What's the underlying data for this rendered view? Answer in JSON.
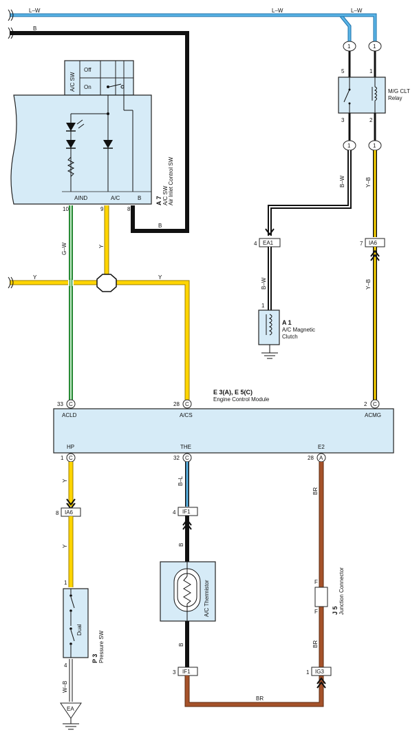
{
  "colors": {
    "light_blue": "#5ab4e6",
    "black": "#111111",
    "green": "#2e9e3c",
    "yellow": "#ffd500",
    "brown": "#a5522a",
    "white": "#ffffff",
    "component_fill": "#d6ebf7"
  },
  "wires": {
    "lw_top_left": "L–W",
    "lw_top_mid": "L–W",
    "lw_top_right": "L–W",
    "b_top": "B",
    "b_a7": "B",
    "bw_relay": "B–W",
    "yb_relay": "Y–B",
    "bw_clutch": "B–W",
    "yb_ecm": "Y–B",
    "gw_aind": "G–W",
    "y_ac": "Y",
    "y_left": "Y",
    "y_right": "Y",
    "y_hp": "Y",
    "y_pressure": "Y",
    "bl_the": "B–L",
    "b_thermistor_top": "B",
    "b_thermistor_bottom": "B",
    "br_e2": "BR",
    "br_junction": "BR",
    "br_bottom": "BR",
    "wb_pressure": "W–B"
  },
  "components": {
    "a7": {
      "id": "A 7",
      "name1": "A/C SW",
      "name2": "Air Inlet Control SW",
      "switch_label": "A/C SW",
      "off_label": "Off",
      "on_label": "On",
      "pin_aind": "AIND",
      "pin_ac": "A/C",
      "pin_b": "B",
      "pin_num_aind": "10",
      "pin_num_ac": "9",
      "pin_num_b": "8"
    },
    "relay": {
      "name": "M/G CLT Relay",
      "name_line1": "M/G CLT",
      "name_line2": "Relay",
      "pin5": "5",
      "pin1": "1",
      "pin3": "3",
      "pin2": "2",
      "conn_top_left": "1",
      "conn_top_right": "1",
      "conn_bot_left": "1",
      "conn_bot_right": "1"
    },
    "clutch": {
      "id": "A 1",
      "name_line1": "A/C Magnetic",
      "name_line2": "Clutch",
      "pin": "1"
    },
    "ecm": {
      "id": "E 3(A), E 5(C)",
      "name": "Engine Control Module",
      "pin_acld": "ACLD",
      "pin_acs": "A/CS",
      "pin_acmg": "ACMG",
      "pin_hp": "HP",
      "pin_the": "THE",
      "pin_e2": "E2",
      "num_acld": "33",
      "num_acs": "28",
      "num_acmg": "2",
      "num_hp": "1",
      "num_the": "32",
      "num_e2": "28",
      "conn_c": "C",
      "conn_a": "A"
    },
    "thermistor": {
      "name": "A/C Thermistor"
    },
    "junction": {
      "id": "J 5",
      "name": "Junction Connector",
      "pin_top": "F",
      "pin_bottom": "F"
    },
    "pressure_sw": {
      "id": "P 3",
      "name": "Pressure SW",
      "inner": "Dual",
      "pin_top": "1",
      "pin_bottom": "4"
    },
    "ground": {
      "label": "EA"
    }
  },
  "connectors": {
    "ea1": {
      "label": "EA1",
      "pin": "4"
    },
    "ia6_top": {
      "label": "IA6",
      "pin": "7"
    },
    "ia6_bottom": {
      "label": "IA6",
      "pin": "8"
    },
    "if1_top": {
      "label": "IF1",
      "pin": "4"
    },
    "if1_bottom": {
      "label": "IF1",
      "pin": "3"
    },
    "ig3": {
      "label": "IG3",
      "pin": "1"
    }
  }
}
